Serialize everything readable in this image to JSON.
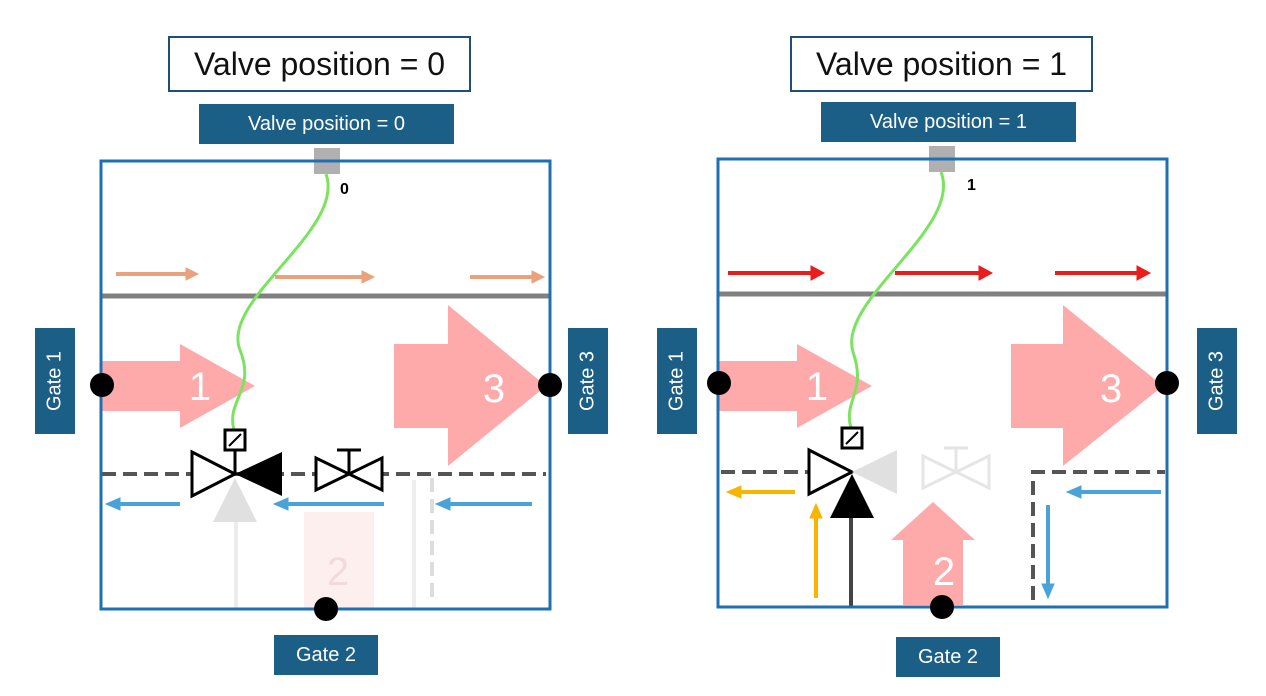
{
  "panels": [
    {
      "title": "Valve position = 0",
      "valve_tag": "Valve position = 0",
      "signal_value": "0",
      "gate1": "Gate 1",
      "gate2": "Gate 2",
      "gate3": "Gate 3",
      "arrow1_label": "1",
      "arrow2_label": "2",
      "arrow3_label": "3"
    },
    {
      "title": "Valve position = 1",
      "valve_tag": "Valve position = 1",
      "signal_value": "1",
      "gate1": "Gate 1",
      "gate2": "Gate 2",
      "gate3": "Gate 3",
      "arrow1_label": "1",
      "arrow2_label": "2",
      "arrow3_label": "3"
    }
  ],
  "colors": {
    "frame": "#1f6fb5",
    "tag_bg": "#1b5f86",
    "flow_faint": "#e9a27b",
    "flow_hot": "#ea1c1c",
    "flow_cold": "#4aa3d8",
    "flow_mixed": "#f7b500",
    "big_arrow": "#ffaaaa",
    "signal_wire": "#7be35f"
  }
}
